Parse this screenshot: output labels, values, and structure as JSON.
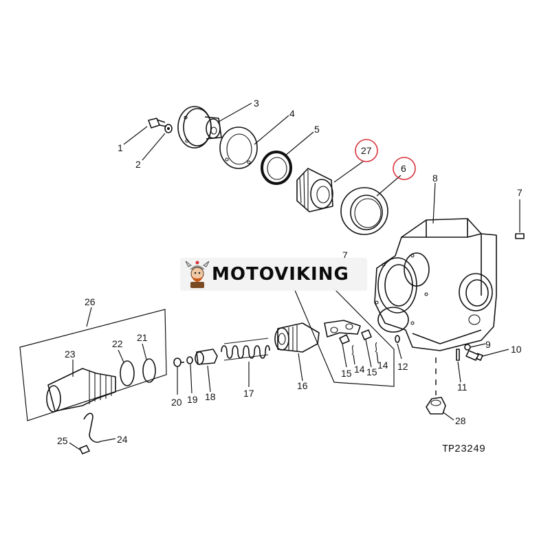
{
  "diagram": {
    "code": "TP23249",
    "callouts": [
      "1",
      "2",
      "3",
      "4",
      "5",
      "27",
      "6",
      "8",
      "7",
      "7",
      "26",
      "23",
      "22",
      "21",
      "20",
      "19",
      "18",
      "17",
      "16",
      "15",
      "14",
      "15",
      "14",
      "12",
      "9",
      "10",
      "11",
      "28",
      "25",
      "24"
    ],
    "highlighted": [
      "27",
      "6"
    ],
    "highlight_color": "#d9303a"
  },
  "watermark": {
    "brand": "MOTOVIKING",
    "logo_name": "viking-mascot-logo"
  }
}
